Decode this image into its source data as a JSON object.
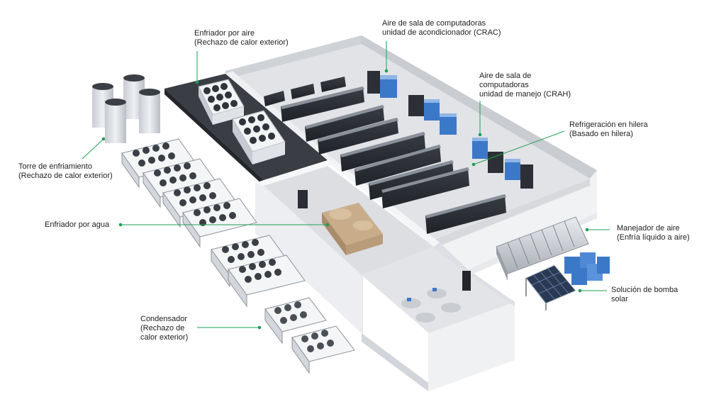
{
  "colors": {
    "leader": "#1f9d55",
    "floor": "#e4e5e8",
    "wall": "#f3f4f6",
    "wall_shade": "#d6d8dc",
    "equipment_dark": "#2a2d33",
    "equipment_blue": "#3c78c8",
    "chiller_tan": "#c9ad8a"
  },
  "labels": {
    "air_chiller": [
      "Enfriador por aire",
      "(Rechazo de calor exterior)"
    ],
    "crac": [
      "Aire de sala de computadoras",
      "unidad de acondicionador (CRAC)"
    ],
    "crah": [
      "Aire de sala de",
      "computadoras",
      "unidad de manejo (CRAH)"
    ],
    "in_row": [
      "Refrigeración en hilera",
      "(Basado en hilera)"
    ],
    "cooling_tower": [
      "Torre de enfriamiento",
      "(Rechazo de calor exterior)"
    ],
    "water_chiller": [
      "Enfriador por agua"
    ],
    "air_handler": [
      "Manejador de aire",
      "(Enfría líquido a aire)"
    ],
    "solar_pump": [
      "Solución de bomba",
      "solar"
    ],
    "condenser": [
      "Condensador",
      "(Rechazo de",
      "calor exterior)"
    ]
  }
}
